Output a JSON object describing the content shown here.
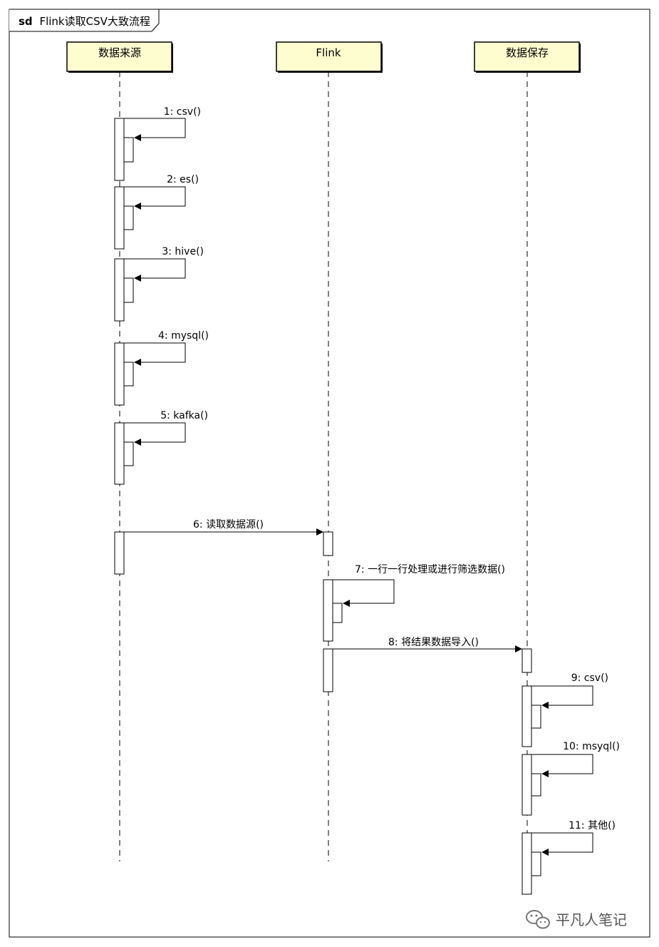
{
  "diagram": {
    "frame_keyword": "sd",
    "frame_title": "Flink读取CSV大致流程",
    "colors": {
      "participant_fill": "#fdfdd0",
      "line": "#000000",
      "background": "#ffffff"
    }
  },
  "participants": [
    {
      "id": "source",
      "label": "数据来源"
    },
    {
      "id": "flink",
      "label": "Flink"
    },
    {
      "id": "sink",
      "label": "数据保存"
    }
  ],
  "messages": [
    {
      "label": "1: csv()",
      "from": "source",
      "to": "source",
      "type": "self"
    },
    {
      "label": "2: es()",
      "from": "source",
      "to": "source",
      "type": "self"
    },
    {
      "label": "3: hive()",
      "from": "source",
      "to": "source",
      "type": "self"
    },
    {
      "label": "4: mysql()",
      "from": "source",
      "to": "source",
      "type": "self"
    },
    {
      "label": "5: kafka()",
      "from": "source",
      "to": "source",
      "type": "self"
    },
    {
      "label": "6: 读取数据源()",
      "from": "source",
      "to": "flink",
      "type": "call"
    },
    {
      "label": "7: 一行一行处理或进行筛选数据()",
      "from": "flink",
      "to": "flink",
      "type": "self"
    },
    {
      "label": "8: 将结果数据导入()",
      "from": "flink",
      "to": "sink",
      "type": "call"
    },
    {
      "label": "9: csv()",
      "from": "sink",
      "to": "sink",
      "type": "self"
    },
    {
      "label": "10: msyql()",
      "from": "sink",
      "to": "sink",
      "type": "self"
    },
    {
      "label": "11: 其他()",
      "from": "sink",
      "to": "sink",
      "type": "self"
    }
  ],
  "watermark": {
    "text": "平凡人笔记",
    "icon": "wechat-icon"
  }
}
